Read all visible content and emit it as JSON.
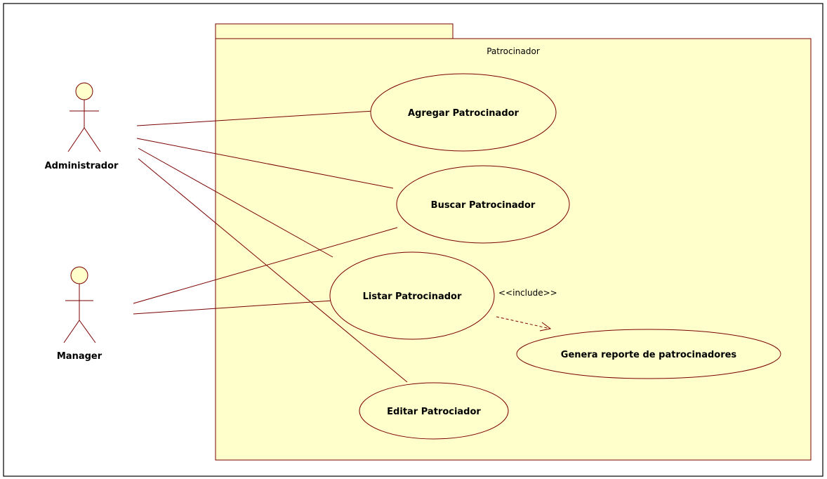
{
  "package": {
    "name": "Patrocinador"
  },
  "actors": {
    "administrador": "Administrador",
    "manager": "Manager"
  },
  "use_cases": {
    "agregar": "Agregar Patrocinador",
    "buscar": "Buscar Patrocinador",
    "listar": "Listar Patrocinador",
    "genera": "Genera reporte de patrocinadores",
    "editar": "Editar Patrociador"
  },
  "relations": {
    "include_label": "<<include>>"
  },
  "colors": {
    "fill": "#ffffcc",
    "stroke": "#7a0000",
    "text": "#000000"
  }
}
